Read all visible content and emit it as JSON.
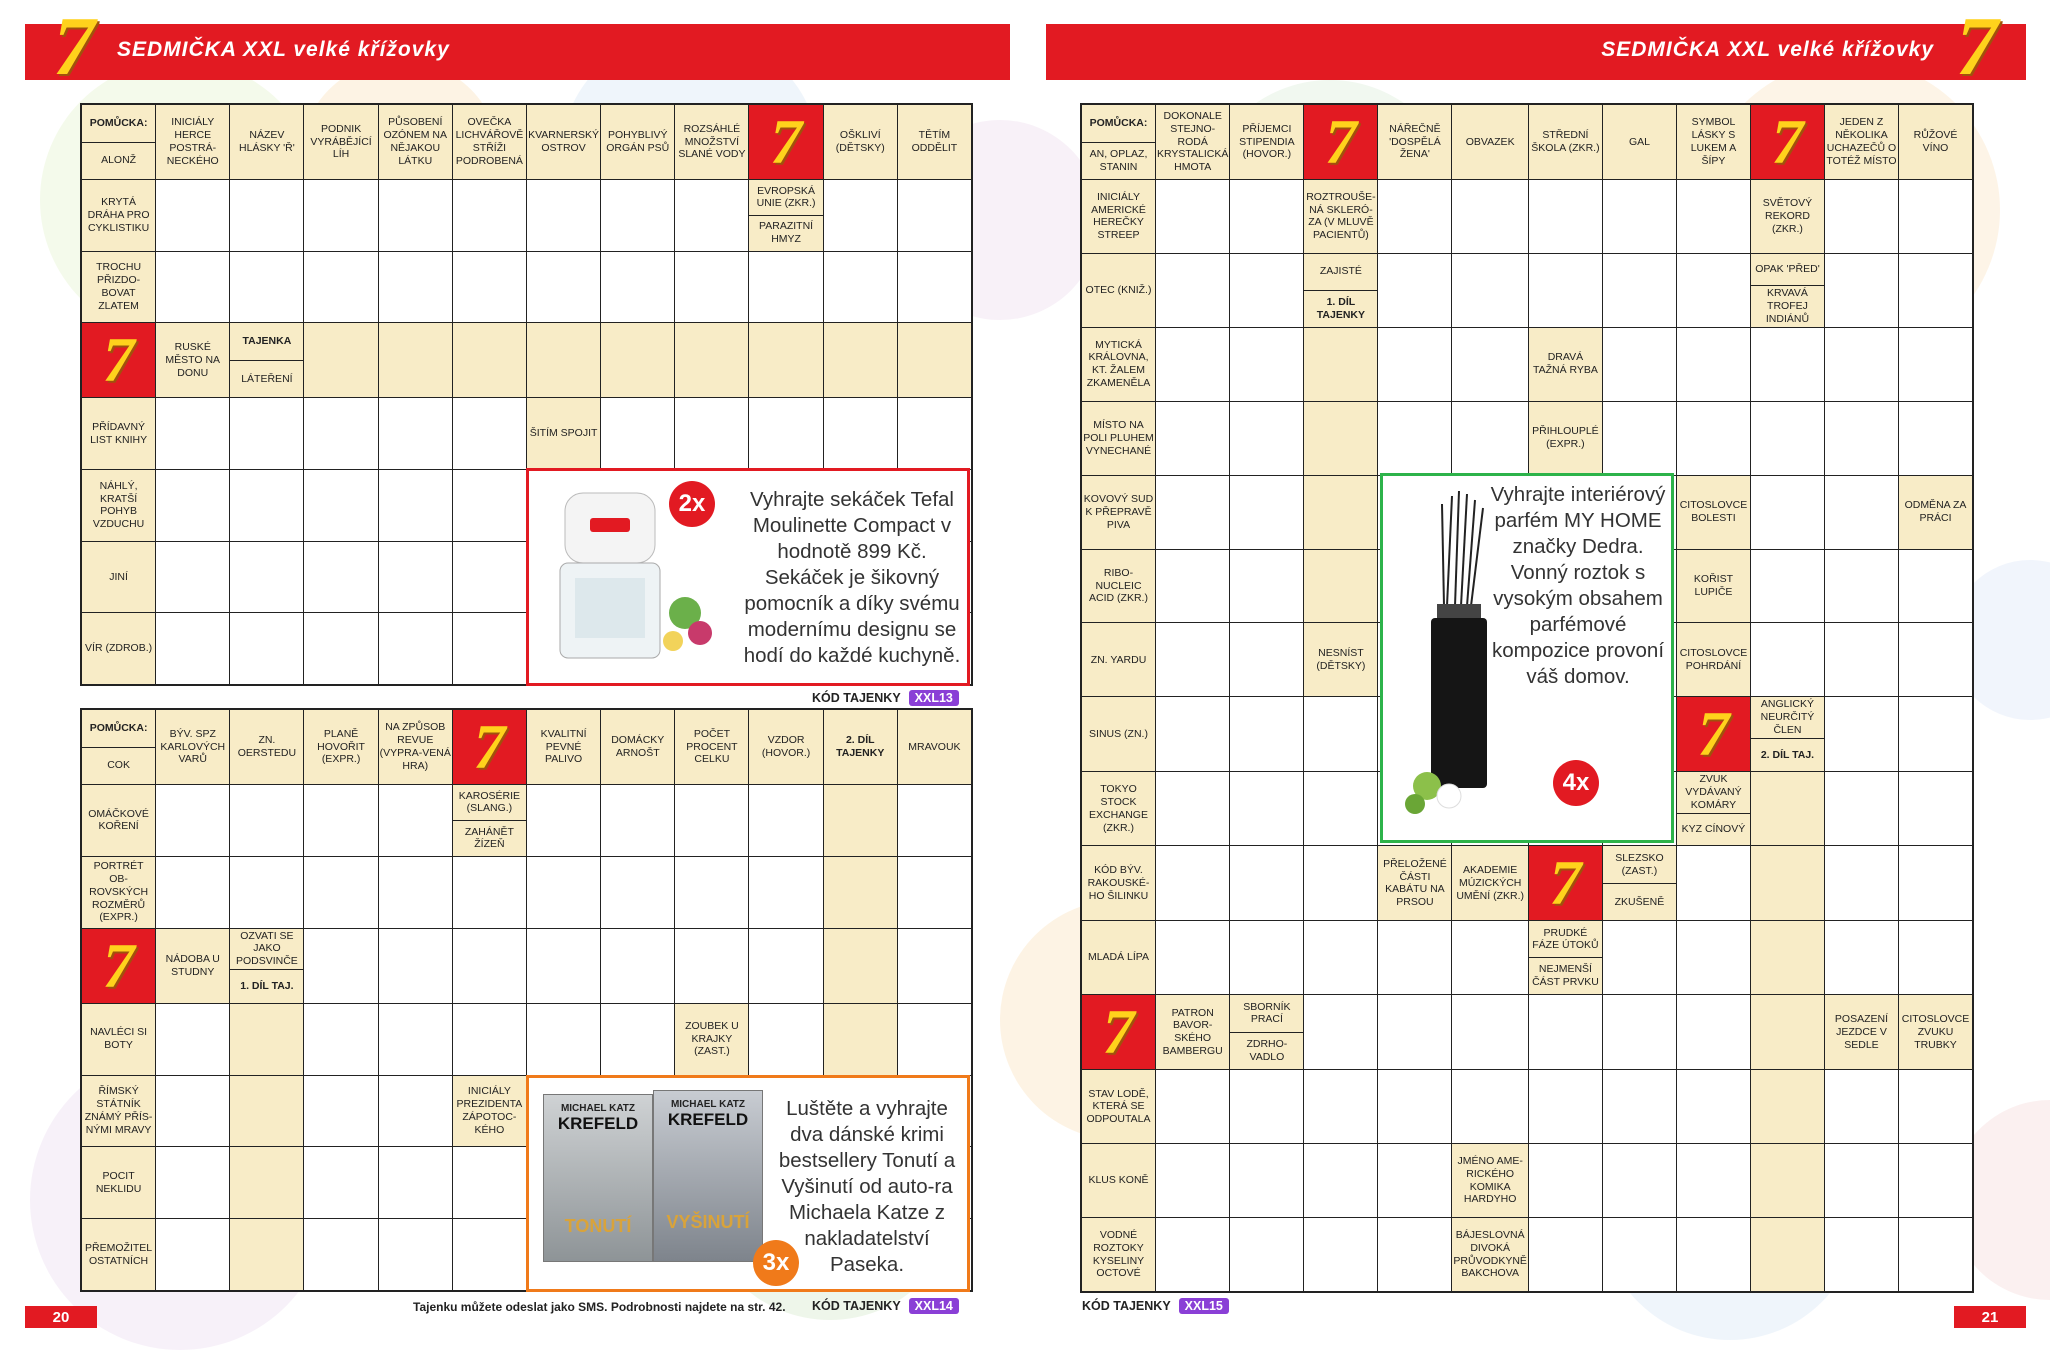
{
  "header": {
    "left_title": "SEDMIČKA XXL velké křížovky",
    "right_title": "SEDMIČKA XXL velké křížovky",
    "seven": "7"
  },
  "page_numbers": {
    "left": "20",
    "right": "21"
  },
  "footer": {
    "sms_note": "Tajenku můžete odeslat jako SMS. Podrobnosti najdete na str. 42.",
    "kod_label": "KÓD TAJENKY"
  },
  "puzzles": [
    {
      "id": "xxl13",
      "code": "XXL13",
      "rows": 8,
      "cols": 12,
      "clues": [
        {
          "r": 0,
          "c": 0,
          "parts": [
            "POMŮCKA:",
            "ALONŽ"
          ],
          "bold": [
            0
          ]
        },
        {
          "r": 0,
          "c": 1,
          "parts": [
            "INICIÁLY HERCE POSTRÁ-NECKÉHO"
          ]
        },
        {
          "r": 0,
          "c": 2,
          "parts": [
            "NÁZEV HLÁSKY 'Ř'"
          ]
        },
        {
          "r": 0,
          "c": 3,
          "parts": [
            "PODNIK VYRÁBĚJÍCÍ LÍH"
          ]
        },
        {
          "r": 0,
          "c": 4,
          "parts": [
            "PŮSOBENÍ OZÓNEM NA NĚJAKOU LÁTKU"
          ]
        },
        {
          "r": 0,
          "c": 5,
          "parts": [
            "OVEČKA LICHVÁŘOVĚ STŘÍŽI PODROBENÁ"
          ]
        },
        {
          "r": 0,
          "c": 6,
          "parts": [
            "KVARNERSKÝ OSTROV"
          ]
        },
        {
          "r": 0,
          "c": 7,
          "parts": [
            "POHYBLIVÝ ORGÁN PSŮ"
          ]
        },
        {
          "r": 0,
          "c": 8,
          "parts": [
            "ROZSÁHLÉ MNOŽSTVÍ SLANÉ VODY"
          ]
        },
        {
          "r": 0,
          "c": 9,
          "seven": true
        },
        {
          "r": 0,
          "c": 10,
          "parts": [
            "OŠKLIVÍ (DĚTSKY)"
          ]
        },
        {
          "r": 0,
          "c": 11,
          "parts": [
            "TĚTÍM ODDĚLIT"
          ]
        },
        {
          "r": 1,
          "c": 0,
          "parts": [
            "KRYTÁ DRÁHA PRO CYKLISTIKU"
          ]
        },
        {
          "r": 1,
          "c": 9,
          "parts": [
            "EVROPSKÁ UNIE (ZKR.)",
            "PARAZITNÍ HMYZ"
          ]
        },
        {
          "r": 2,
          "c": 0,
          "parts": [
            "TROCHU PŘIZDO-BOVAT ZLATEM"
          ]
        },
        {
          "r": 3,
          "c": 0,
          "seven": true
        },
        {
          "r": 3,
          "c": 1,
          "parts": [
            "RUSKÉ MĚSTO NA DONU"
          ]
        },
        {
          "r": 3,
          "c": 2,
          "parts": [
            "TAJENKA",
            "LÁTEŘENÍ"
          ],
          "bold": [
            0
          ]
        },
        {
          "r": 4,
          "c": 0,
          "parts": [
            "PŘÍDAVNÝ LIST KNIHY"
          ]
        },
        {
          "r": 4,
          "c": 6,
          "parts": [
            "ŠITÍM SPOJIT"
          ]
        },
        {
          "r": 5,
          "c": 0,
          "parts": [
            "NÁHLÝ, KRATŠÍ POHYB VZDUCHU"
          ]
        },
        {
          "r": 6,
          "c": 0,
          "parts": [
            "JINÍ"
          ]
        },
        {
          "r": 7,
          "c": 0,
          "parts": [
            "VÍR (ZDROB.)"
          ]
        }
      ],
      "shaded_rows": [
        3
      ]
    },
    {
      "id": "xxl14",
      "code": "XXL14",
      "rows": 8,
      "cols": 12,
      "clues": [
        {
          "r": 0,
          "c": 0,
          "parts": [
            "POMŮCKA:",
            "COK"
          ],
          "bold": [
            0
          ]
        },
        {
          "r": 0,
          "c": 1,
          "parts": [
            "BÝV. SPZ KARLOVÝCH VARŮ"
          ]
        },
        {
          "r": 0,
          "c": 2,
          "parts": [
            "ZN. OERSTEDU"
          ]
        },
        {
          "r": 0,
          "c": 3,
          "parts": [
            "PLANĚ HOVOŘIT (EXPR.)"
          ]
        },
        {
          "r": 0,
          "c": 4,
          "parts": [
            "NA ZPŮSOB REVUE (VYPRA-VENÁ HRA)"
          ]
        },
        {
          "r": 0,
          "c": 5,
          "seven": true
        },
        {
          "r": 0,
          "c": 6,
          "parts": [
            "KVALITNÍ PEVNÉ PALIVO"
          ]
        },
        {
          "r": 0,
          "c": 7,
          "parts": [
            "DOMÁCKY ARNOŠT"
          ]
        },
        {
          "r": 0,
          "c": 8,
          "parts": [
            "POČET PROCENT CELKU"
          ]
        },
        {
          "r": 0,
          "c": 9,
          "parts": [
            "VZDOR (HOVOR.)"
          ]
        },
        {
          "r": 0,
          "c": 10,
          "parts": [
            "2. DÍL TAJENKY"
          ],
          "bold": [
            0
          ]
        },
        {
          "r": 0,
          "c": 11,
          "parts": [
            "MRAVOUK"
          ]
        },
        {
          "r": 1,
          "c": 0,
          "parts": [
            "OMÁČKOVÉ KOŘENÍ"
          ]
        },
        {
          "r": 1,
          "c": 5,
          "parts": [
            "KAROSÉRIE (SLANG.)",
            "ZAHÁNĚT ŽÍZEŇ"
          ]
        },
        {
          "r": 2,
          "c": 0,
          "parts": [
            "PORTRÉT OB-ROVSKÝCH ROZMĚRŮ (EXPR.)"
          ]
        },
        {
          "r": 3,
          "c": 0,
          "seven": true
        },
        {
          "r": 3,
          "c": 1,
          "parts": [
            "NÁDOBA U STUDNY"
          ]
        },
        {
          "r": 3,
          "c": 2,
          "parts": [
            "OZVATI SE JAKO PODSVINČE",
            "1. DÍL TAJ."
          ],
          "bold": [
            1
          ]
        },
        {
          "r": 4,
          "c": 0,
          "parts": [
            "NAVLÉCI SI BOTY"
          ]
        },
        {
          "r": 4,
          "c": 8,
          "parts": [
            "ZOUBEK U KRAJKY (ZAST.)"
          ]
        },
        {
          "r": 5,
          "c": 0,
          "parts": [
            "ŘÍMSKÝ STÁTNÍK ZNÁMÝ PŘÍS-NÝMI MRAVY"
          ]
        },
        {
          "r": 5,
          "c": 5,
          "parts": [
            "INICIÁLY PREZIDENTA ZÁPOTOC-KÉHO"
          ]
        },
        {
          "r": 6,
          "c": 0,
          "parts": [
            "POCIT NEKLIDU"
          ]
        },
        {
          "r": 7,
          "c": 0,
          "parts": [
            "PŘEMOŽITEL OSTATNÍCH"
          ]
        }
      ],
      "shaded_cols": [
        {
          "c": 2,
          "from": 4,
          "to": 7
        },
        {
          "c": 10,
          "from": 1,
          "to": 4
        }
      ]
    },
    {
      "id": "xxl15",
      "code": "XXL15",
      "rows": 16,
      "cols": 12,
      "clues": [
        {
          "r": 0,
          "c": 0,
          "parts": [
            "POMŮCKA:",
            "AN, OPLAZ, STANIN"
          ],
          "bold": [
            0
          ]
        },
        {
          "r": 0,
          "c": 1,
          "parts": [
            "DOKONALE STEJNO-RODÁ KRYSTALICKÁ HMOTA"
          ]
        },
        {
          "r": 0,
          "c": 2,
          "parts": [
            "PŘÍJEMCI STIPENDIA (HOVOR.)"
          ]
        },
        {
          "r": 0,
          "c": 3,
          "seven": true
        },
        {
          "r": 0,
          "c": 4,
          "parts": [
            "NÁŘEČNĚ 'DOSPĚLÁ ŽENA'"
          ]
        },
        {
          "r": 0,
          "c": 5,
          "parts": [
            "OBVAZEK"
          ]
        },
        {
          "r": 0,
          "c": 6,
          "parts": [
            "STŘEDNÍ ŠKOLA (ZKR.)"
          ]
        },
        {
          "r": 0,
          "c": 7,
          "parts": [
            "GAL"
          ]
        },
        {
          "r": 0,
          "c": 8,
          "parts": [
            "SYMBOL LÁSKY S LUKEM A ŠÍPY"
          ]
        },
        {
          "r": 0,
          "c": 9,
          "seven": true
        },
        {
          "r": 0,
          "c": 10,
          "parts": [
            "JEDEN Z NĚKOLIKA UCHAZEČŮ O TOTÉŽ MÍSTO"
          ]
        },
        {
          "r": 0,
          "c": 11,
          "parts": [
            "RŮŽOVÉ VÍNO"
          ]
        },
        {
          "r": 1,
          "c": 0,
          "parts": [
            "INICIÁLY AMERICKÉ HEREČKY STREEP"
          ]
        },
        {
          "r": 1,
          "c": 3,
          "parts": [
            "ROZTROUŠE-NÁ SKLERÓ-ZA (V MLUVĚ PACIENTŮ)"
          ]
        },
        {
          "r": 1,
          "c": 9,
          "parts": [
            "SVĚTOVÝ REKORD (ZKR.)"
          ]
        },
        {
          "r": 2,
          "c": 0,
          "parts": [
            "OTEC (KNIŽ.)"
          ]
        },
        {
          "r": 2,
          "c": 3,
          "parts": [
            "ZAJISTÉ",
            "1. DÍL TAJENKY"
          ],
          "bold": [
            1
          ]
        },
        {
          "r": 2,
          "c": 9,
          "parts": [
            "OPAK 'PŘED'",
            "KRVAVÁ TROFEJ INDIÁNŮ"
          ]
        },
        {
          "r": 3,
          "c": 0,
          "parts": [
            "MYTICKÁ KRÁLOVNA, KT. ŽALEM ZKAMENĚLA"
          ]
        },
        {
          "r": 3,
          "c": 6,
          "parts": [
            "DRAVÁ TAŽNÁ RYBA"
          ]
        },
        {
          "r": 4,
          "c": 0,
          "parts": [
            "MÍSTO NA POLI PLUHEM VYNECHANÉ"
          ]
        },
        {
          "r": 4,
          "c": 6,
          "parts": [
            "PŘIHLOUPLÉ (EXPR.)"
          ]
        },
        {
          "r": 5,
          "c": 0,
          "parts": [
            "KOVOVÝ SUD K PŘEPRAVĚ PIVA"
          ]
        },
        {
          "r": 5,
          "c": 8,
          "parts": [
            "CITOSLOVCE BOLESTI"
          ]
        },
        {
          "r": 5,
          "c": 11,
          "parts": [
            "ODMĚNA ZA PRÁCI"
          ]
        },
        {
          "r": 6,
          "c": 0,
          "parts": [
            "RIBO-NUCLEIC ACID (ZKR.)"
          ]
        },
        {
          "r": 6,
          "c": 8,
          "parts": [
            "KOŘIST LUPIČE"
          ]
        },
        {
          "r": 7,
          "c": 0,
          "parts": [
            "ZN. YARDU"
          ]
        },
        {
          "r": 7,
          "c": 3,
          "parts": [
            "NESNÍST (DĚTSKY)"
          ]
        },
        {
          "r": 7,
          "c": 8,
          "parts": [
            "CITOSLOVCE POHRDÁNÍ"
          ]
        },
        {
          "r": 8,
          "c": 0,
          "parts": [
            "SINUS (ZN.)"
          ]
        },
        {
          "r": 8,
          "c": 8,
          "seven": true
        },
        {
          "r": 8,
          "c": 9,
          "parts": [
            "ANGLICKÝ NEURČITÝ ČLEN",
            "2. DÍL TAJ."
          ],
          "bold": [
            1
          ]
        },
        {
          "r": 9,
          "c": 0,
          "parts": [
            "TOKYO STOCK EXCHANGE (ZKR.)"
          ]
        },
        {
          "r": 9,
          "c": 8,
          "parts": [
            "ZVUK VYDÁVANÝ KOMÁRY",
            "KYZ CÍNOVÝ"
          ]
        },
        {
          "r": 10,
          "c": 0,
          "parts": [
            "KÓD BÝV. RAKOUSKÉ-HO ŠILINKU"
          ]
        },
        {
          "r": 10,
          "c": 4,
          "parts": [
            "PŘELOŽENÉ ČÁSTI KABÁTU NA PRSOU"
          ]
        },
        {
          "r": 10,
          "c": 5,
          "parts": [
            "AKADEMIE MÚZICKÝCH UMĚNÍ (ZKR.)"
          ]
        },
        {
          "r": 10,
          "c": 6,
          "seven": true
        },
        {
          "r": 10,
          "c": 7,
          "parts": [
            "SLEZSKO (ZAST.)",
            "ZKUŠENĚ"
          ]
        },
        {
          "r": 11,
          "c": 0,
          "parts": [
            "MLADÁ LÍPA"
          ]
        },
        {
          "r": 11,
          "c": 6,
          "parts": [
            "PRUDKÉ FÁZE ÚTOKŮ",
            "NEJMENŠÍ ČÁST PRVKU"
          ]
        },
        {
          "r": 12,
          "c": 0,
          "seven": true
        },
        {
          "r": 12,
          "c": 1,
          "parts": [
            "PATRON BAVOR-SKÉHO BAMBERGU"
          ]
        },
        {
          "r": 12,
          "c": 2,
          "parts": [
            "SBORNÍK PRACÍ",
            "ZDRHO-VADLO"
          ]
        },
        {
          "r": 12,
          "c": 10,
          "parts": [
            "POSAZENÍ JEZDCE V SEDLE"
          ]
        },
        {
          "r": 12,
          "c": 11,
          "parts": [
            "CITOSLOVCE ZVUKU TRUBKY"
          ]
        },
        {
          "r": 13,
          "c": 0,
          "parts": [
            "STAV LODĚ, KTERÁ SE ODPOUTALA"
          ]
        },
        {
          "r": 14,
          "c": 0,
          "parts": [
            "KLUS KONĚ"
          ]
        },
        {
          "r": 14,
          "c": 5,
          "parts": [
            "JMÉNO AME-RICKÉHO KOMIKA HARDYHO"
          ]
        },
        {
          "r": 15,
          "c": 0,
          "parts": [
            "VODNÉ ROZTOKY KYSELINY OCTOVÉ"
          ]
        },
        {
          "r": 15,
          "c": 5,
          "parts": [
            "BÁJESLOVNÁ DIVOKÁ PRŮVODKYNĚ BAKCHOVA"
          ]
        }
      ],
      "shaded_cols": [
        {
          "c": 3,
          "from": 3,
          "to": 6
        },
        {
          "c": 9,
          "from": 9,
          "to": 15
        }
      ]
    }
  ],
  "prizes": [
    {
      "id": "prize-chopper",
      "text": "Vyhrajte sekáček Tefal Moulinette Compact v hodnotě 899 Kč. Sekáček je šikovný pomocník a díky svému modernímu designu se hodí do každé kuchyně.",
      "badge": "2x",
      "border": "#e21a22",
      "badge_color": "#e21a22",
      "image": "chopper"
    },
    {
      "id": "prize-books",
      "text": "Luštěte a vyhrajte dva dánské krimi bestsellery Tonutí a Vyšinutí od auto-ra Michaela Katze z nakladatelství Paseka.",
      "badge": "3x",
      "border": "#f07a1a",
      "badge_color": "#f07a1a",
      "image": "books",
      "book1": {
        "author": "MICHAEL KATZ",
        "name": "KREFELD",
        "title": "TONUTÍ"
      },
      "book2": {
        "author": "MICHAEL KATZ",
        "name": "KREFELD",
        "title": "VYŠINUTÍ"
      }
    },
    {
      "id": "prize-perfume",
      "text": "Vyhrajte interiérový parfém MY HOME značky Dedra. Vonný roztok s vysokým obsahem parfémové kompozice provoní váš domov.",
      "badge": "4x",
      "border": "#2db34a",
      "badge_color": "#e21a22",
      "image": "diffuser"
    }
  ],
  "colors": {
    "red": "#e21a22",
    "cream": "#f8ecc7",
    "purple": "#8a3fd6",
    "yellow": "#ffd21c"
  }
}
